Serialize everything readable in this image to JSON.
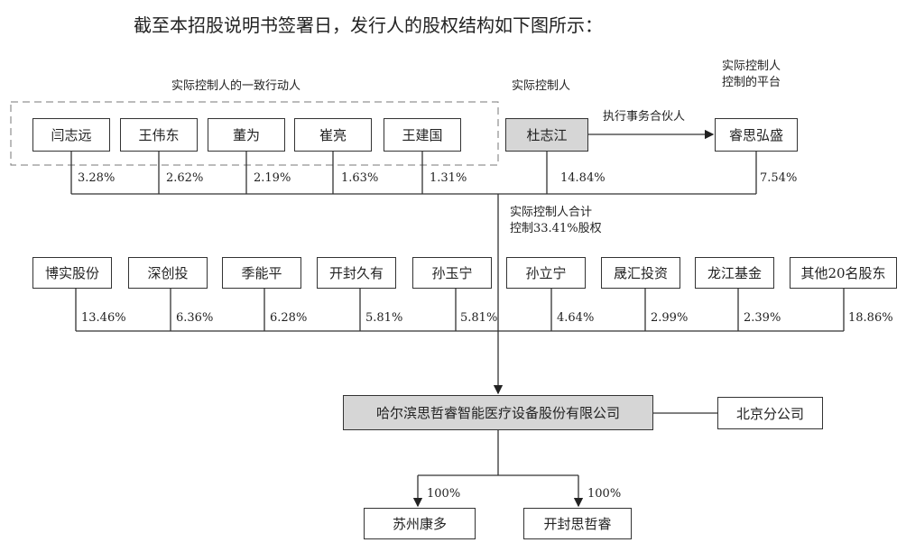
{
  "title": "截至本招股说明书签署日，发行人的股权结构如下图所示：",
  "labels": {
    "concert": "实际控制人的一致行动人",
    "controller": "实际控制人",
    "platform_line1": "实际控制人",
    "platform_line2": "控制的平台",
    "gp": "执行事务合伙人",
    "total_line1": "实际控制人合计",
    "total_line2": "控制33.41%股权"
  },
  "row1": [
    {
      "name": "闫志远",
      "pct": "3.28%"
    },
    {
      "name": "王伟东",
      "pct": "2.62%"
    },
    {
      "name": "董为",
      "pct": "2.19%"
    },
    {
      "name": "崔亮",
      "pct": "1.63%"
    },
    {
      "name": "王建国",
      "pct": "1.31%"
    },
    {
      "name": "杜志江",
      "pct": "14.84%"
    },
    {
      "name": "睿思弘盛",
      "pct": "7.54%"
    }
  ],
  "row2": [
    {
      "name": "博实股份",
      "pct": "13.46%"
    },
    {
      "name": "深创投",
      "pct": "6.36%"
    },
    {
      "name": "季能平",
      "pct": "6.28%"
    },
    {
      "name": "开封久有",
      "pct": "5.81%"
    },
    {
      "name": "孙玉宁",
      "pct": "5.81%"
    },
    {
      "name": "孙立宁",
      "pct": "4.64%"
    },
    {
      "name": "晟汇投资",
      "pct": "2.99%"
    },
    {
      "name": "龙江基金",
      "pct": "2.39%"
    },
    {
      "name": "其他20名股东",
      "pct": "18.86%"
    }
  ],
  "company": "哈尔滨思哲睿智能医疗设备股份有限公司",
  "branch": "北京分公司",
  "subs": [
    {
      "name": "苏州康多",
      "pct": "100%"
    },
    {
      "name": "开封思哲睿",
      "pct": "100%"
    }
  ]
}
